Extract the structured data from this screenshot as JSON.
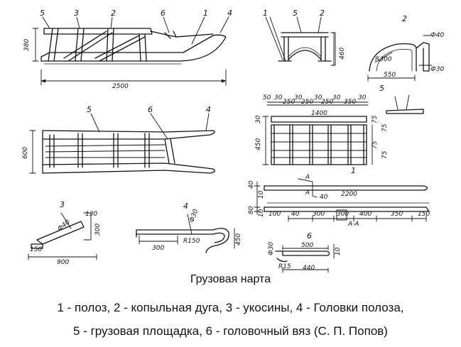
{
  "caption": {
    "title": "Грузовая нарта",
    "line1": "1 - полоз, 2 - копыльная дуга, 3 - укосины, 4 - Головки полоза,",
    "line2": "5 - грузовая площадка, 6 - головочный вяз (С. П. Попов)"
  },
  "side_view": {
    "part_labels": [
      "5",
      "3",
      "2",
      "6",
      "1",
      "4"
    ],
    "dim_height": "380",
    "dim_length": "2500"
  },
  "front_view": {
    "part_labels": [
      "1",
      "5",
      "2"
    ],
    "dim_height": "460"
  },
  "arch_detail": {
    "label": "2",
    "dim_top": "Ф40",
    "dim_radius": "R300",
    "dim_width": "550",
    "dim_side": "Ф30"
  },
  "top_view": {
    "part_labels": [
      "5",
      "6",
      "4"
    ],
    "dim_width": "600"
  },
  "platform_detail": {
    "label": "5",
    "top_dims": [
      "50",
      "30",
      "250",
      "30",
      "250",
      "30",
      "250",
      "30",
      "350",
      "30"
    ],
    "dim_length": "1400",
    "left_dims": [
      "30",
      "450"
    ],
    "right_dims": [
      "75",
      "75",
      "75",
      "75"
    ]
  },
  "runner_detail": {
    "label": "1",
    "section_mark": "А",
    "dim_length": "2200",
    "left_dims": [
      "40",
      "10",
      "80",
      "10",
      "100"
    ],
    "bottom_dims": [
      "40",
      "300",
      "300",
      "400",
      "350",
      "150"
    ],
    "mid_dims": [
      "40"
    ],
    "section_label": "А-А"
  },
  "brace_detail": {
    "label": "3",
    "dims": [
      "130",
      "Ф40",
      "300",
      "150",
      "900"
    ]
  },
  "head_detail": {
    "label": "4",
    "dims": [
      "Ф30",
      "300",
      "R150",
      "450"
    ]
  },
  "tie_detail": {
    "label": "6",
    "dims": [
      "Ф30",
      "500",
      "10",
      "R15",
      "440"
    ]
  }
}
